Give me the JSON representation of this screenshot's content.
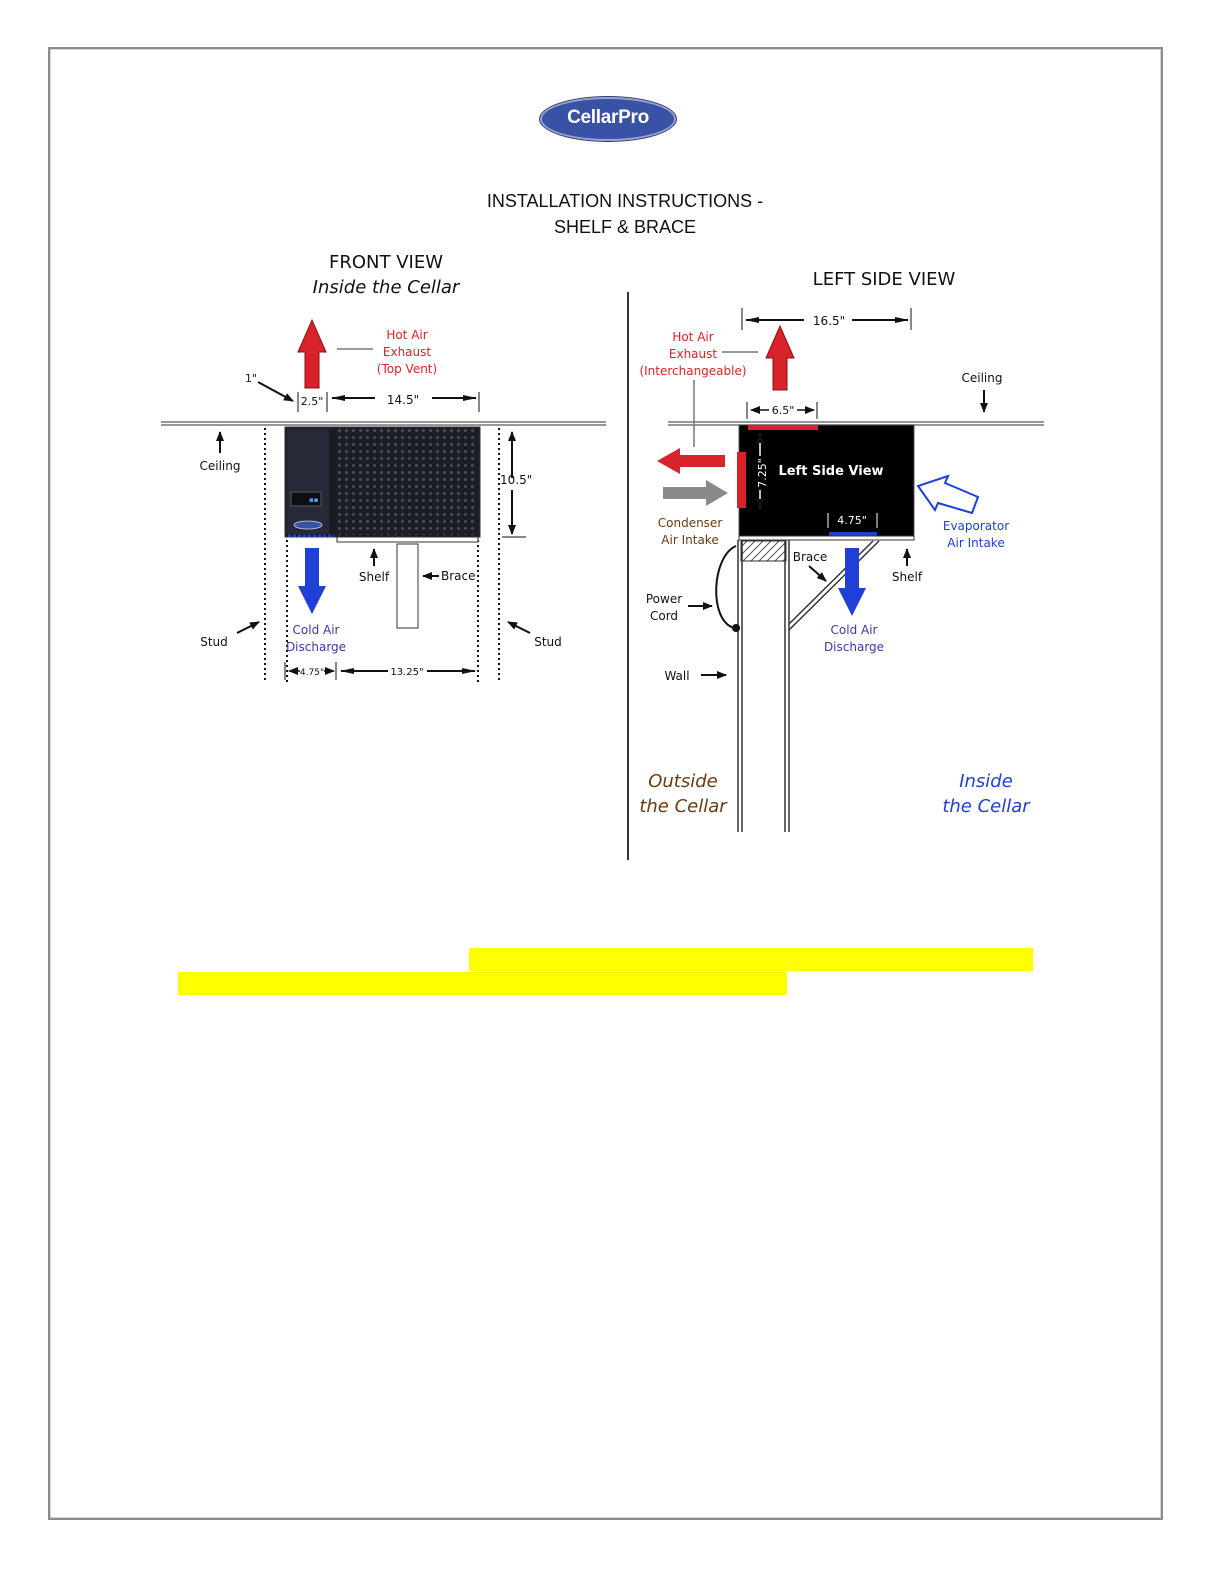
{
  "logo": {
    "text": "CellarPro"
  },
  "title": {
    "line1": "INSTALLATION INSTRUCTIONS -",
    "line2": "SHELF & BRACE"
  },
  "front_view": {
    "title": "FRONT VIEW",
    "subtitle": "Inside the Cellar",
    "hot_air": [
      "Hot Air",
      "Exhaust",
      "(Top Vent)"
    ],
    "dim_1": "1\"",
    "dim_2_5": "2.5\"",
    "dim_14_5": "14.5\"",
    "dim_10_5": "10.5\"",
    "dim_4_75": "4.75\"",
    "dim_13_25": "13.25\"",
    "ceiling": "Ceiling",
    "shelf": "Shelf",
    "brace": "Brace",
    "stud_left": "Stud",
    "stud_right": "Stud",
    "cold_air": [
      "Cold Air",
      "Discharge"
    ]
  },
  "side_view": {
    "title": "LEFT SIDE VIEW",
    "dim_16_5": "16.5\"",
    "dim_6_5": "6.5\"",
    "dim_7_25": "7.25\"",
    "dim_4_75": "4.75\"",
    "hot_air": [
      "Hot Air",
      "Exhaust",
      "(Interchangeable)"
    ],
    "ceiling": "Ceiling",
    "unit_label": "Left Side View",
    "condenser": [
      "Condenser",
      "Air Intake"
    ],
    "evaporator": [
      "Evaporator",
      "Air Intake"
    ],
    "brace": "Brace",
    "shelf": "Shelf",
    "power_cord": [
      "Power",
      "Cord"
    ],
    "cold_air": [
      "Cold Air",
      "Discharge"
    ],
    "wall": "Wall",
    "outside": [
      "Outside",
      "the Cellar"
    ],
    "inside": [
      "Inside",
      "the Cellar"
    ]
  },
  "colors": {
    "hot": "#d8232a",
    "cold": "#1f3fd6",
    "hot_text": "#d8232a",
    "cold_text": "#3a3aa0",
    "outside_text": "#6b3a10",
    "highlight": "#ffff00"
  }
}
